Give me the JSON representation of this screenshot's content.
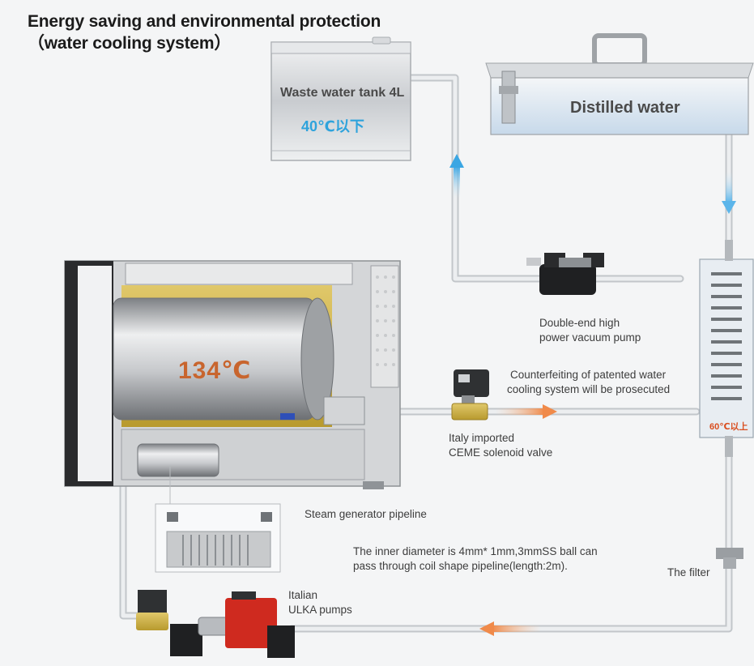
{
  "title": {
    "line1": "Energy saving and environmental protection",
    "line2": "（water cooling system）"
  },
  "waste_tank": {
    "label": "Waste water tank 4L",
    "temperature": "40℃以下"
  },
  "distilled_tank": {
    "label": "Distilled water"
  },
  "chamber": {
    "temperature": "134℃"
  },
  "coil": {
    "temperature": "60℃以上"
  },
  "labels": {
    "vacuum_pump": [
      "Double-end high",
      "power vacuum pump"
    ],
    "patent_notice": [
      "Counterfeiting of patented water",
      "cooling system will be prosecuted"
    ],
    "solenoid_valve": [
      "Italy imported",
      "CEME solenoid valve"
    ],
    "steam_pipeline": "Steam generator pipeline",
    "inner_diameter": [
      "The inner diameter is 4mm* 1mm,3mmSS ball can",
      "pass through coil shape pipeline(length:2m)."
    ],
    "filter": "The filter",
    "ulka_pumps": [
      "Italian",
      "ULKA pumps"
    ]
  },
  "colors": {
    "flow_up": "#3aa6e3",
    "flow_hot": "#f08a4a",
    "high_temp": "#c8652e",
    "cool_temp": "#2ea3dc"
  }
}
